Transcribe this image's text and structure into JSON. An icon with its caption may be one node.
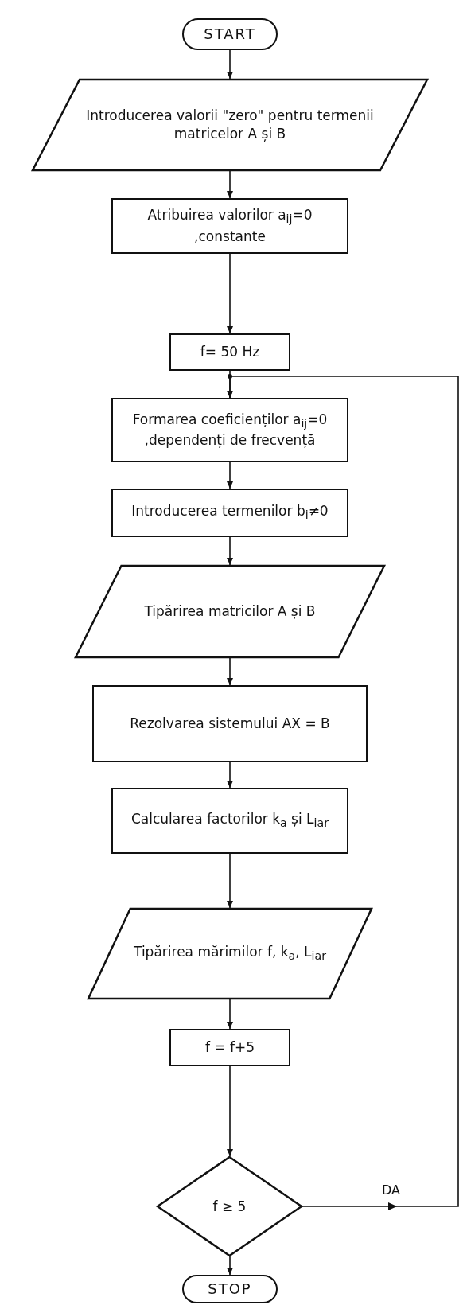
{
  "diagram": {
    "nodes": [
      {
        "text": [
          "START"
        ]
      },
      {
        "text": [
          "Introducerea valorii \"zero\" pentru termenii matricelor A și B"
        ]
      },
      {
        "text": [
          "Atribuirea valorilor a$_{ij}$=0 ,constante"
        ]
      },
      {
        "text": [
          "f= 50 Hz"
        ]
      },
      {
        "text": [
          "Formarea coeficienților a$_{ij}$=0 ,dependenți de frecvență"
        ]
      },
      {
        "text": [
          "Introducerea termenilor b$_{i}$≠0"
        ]
      },
      {
        "text": [
          "Tipărirea matricilor A și B"
        ]
      },
      {
        "text": [
          "Rezolvarea sistemului AX = B"
        ]
      },
      {
        "text": [
          "Calcularea factorilor k$_{a}$ și L$_{iar}$"
        ]
      },
      {
        "text": [
          "Tipărirea mărimilor f, k$_{a}$, L$_{iar}$"
        ]
      },
      {
        "text": [
          "f = f+5"
        ]
      },
      {
        "text": [
          "f ≥ 5"
        ]
      },
      {
        "text": [
          "STOP"
        ]
      }
    ],
    "edges": [
      {
        "from": 0,
        "to": 1,
        "arrow": "to"
      },
      {
        "from": 1,
        "to": 2,
        "arrow": "to"
      },
      {
        "from": 2,
        "to": 3,
        "arrow": "to"
      },
      {
        "from": 3,
        "to": 4,
        "arrow": "to"
      },
      {
        "from": 4,
        "to": 5,
        "arrow": "to"
      },
      {
        "from": 5,
        "to": 6,
        "arrow": "to"
      },
      {
        "from": 6,
        "to": 7,
        "arrow": "to"
      },
      {
        "from": 7,
        "to": 8,
        "arrow": "to"
      },
      {
        "from": 8,
        "to": 9,
        "arrow": "to"
      },
      {
        "from": 9,
        "to": 10,
        "arrow": "to"
      },
      {
        "from": 10,
        "to": 11,
        "arrow": "to"
      },
      {
        "from": 11,
        "to": 12,
        "arrow": "to"
      },
      {
        "from": 11,
        "to": 4,
        "arrow": "to",
        "label": "DA"
      }
    ]
  }
}
